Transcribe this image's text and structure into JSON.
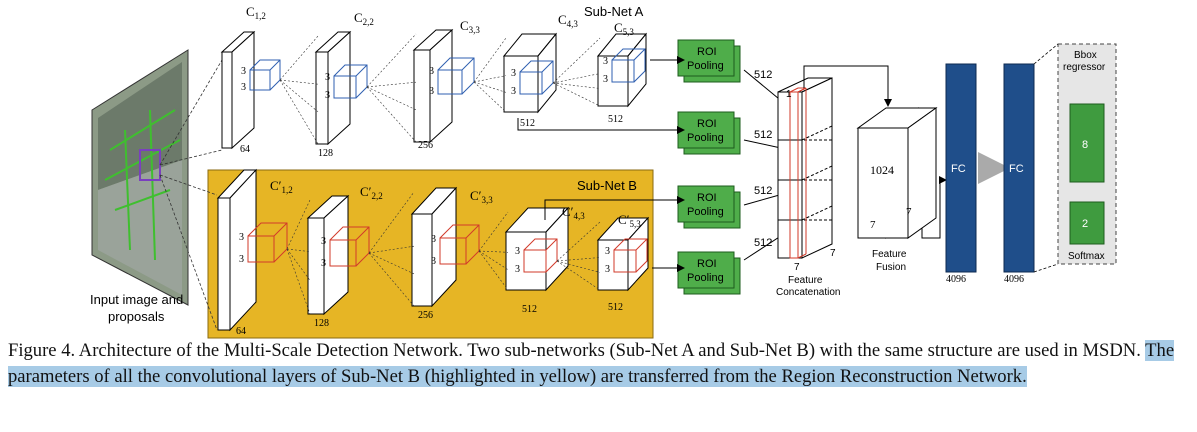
{
  "figure": {
    "input_label_1": "Input image and",
    "input_label_2": "proposals",
    "subnet_a_label": "Sub-Net A",
    "subnet_b_label": "Sub-Net B",
    "subnet_a_layers": [
      {
        "name": "C",
        "sub": "1,2",
        "bottom": "64"
      },
      {
        "name": "C",
        "sub": "2,2",
        "bottom": "128"
      },
      {
        "name": "C",
        "sub": "3,3",
        "bottom": "256"
      },
      {
        "name": "C",
        "sub": "4,3",
        "bottom": "512"
      },
      {
        "name": "C",
        "sub": "5,3",
        "bottom": "512"
      }
    ],
    "subnet_b_layers": [
      {
        "name": "C′",
        "sub": "1,2",
        "bottom": "64"
      },
      {
        "name": "C′",
        "sub": "2,2",
        "bottom": "128"
      },
      {
        "name": "C′",
        "sub": "3,3",
        "bottom": "256"
      },
      {
        "name": "C′",
        "sub": "4,3",
        "bottom": "512"
      },
      {
        "name": "C′",
        "sub": "5,3",
        "bottom": "512"
      }
    ],
    "kernel_label": "3",
    "roi_label_1": "ROI",
    "roi_label_2": "Pooling",
    "roi_output": "512",
    "concat_label_1": "Feature",
    "concat_label_2": "Concatenation",
    "concat_dim_top": "1",
    "concat_dim": "7",
    "fusion_label_1": "Feature",
    "fusion_label_2": "Fusion",
    "fusion_channels": "1024",
    "fusion_dim": "7",
    "fc_label": "FC",
    "fc_size": "4096",
    "bbox_label_1": "Bbox",
    "bbox_label_2": "regressor",
    "bbox_value": "8",
    "softmax_value": "2",
    "softmax_label": "Softmax"
  },
  "caption": {
    "part1": "Figure 4. Architecture of the Multi-Scale Detection Network.  Two sub-networks (Sub-Net A and Sub-Net B) with the same structure are used in MSDN. ",
    "part2": "The parameters of all the convolutional layers of Sub-Net B (highlighted in yellow) are transferred from the Region Reconstruction Network."
  },
  "colors": {
    "subnet_b_bg": "#e6b525",
    "roi_green": "#4fad4a",
    "fc_blue": "#1f4e8a",
    "bbox_green": "#3f9b3f",
    "kernel_blue": "#2f5fb0",
    "kernel_red": "#d23a2a",
    "highlight": "#a7cbe6"
  }
}
